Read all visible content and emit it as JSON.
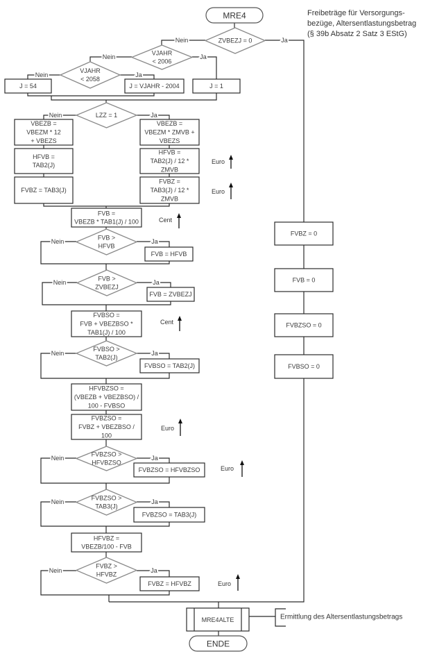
{
  "document": {
    "start_label": "MRE4",
    "end_label": "ENDE",
    "description": [
      "Freibeträge für Versorgungs-",
      "bezüge, Altersentlastungsbetrag",
      "(§ 39b Absatz 2 Satz 3 EStG)"
    ]
  },
  "branch_labels": {
    "yes": "Ja",
    "no": "Nein"
  },
  "nodes": {
    "zvbezj_zero": {
      "type": "decision",
      "lines": [
        "ZVBEZJ = 0"
      ]
    },
    "vjahr_2006": {
      "type": "decision",
      "lines": [
        "VJAHR",
        "< 2006"
      ]
    },
    "vjahr_2058": {
      "type": "decision",
      "lines": [
        "VJAHR",
        "< 2058"
      ]
    },
    "j_54": {
      "type": "process",
      "lines": [
        "J = 54"
      ]
    },
    "j_vjahr_2004": {
      "type": "process",
      "lines": [
        "J = VJAHR - 2004"
      ]
    },
    "j_1": {
      "type": "process",
      "lines": [
        "J = 1"
      ]
    },
    "lzz_one": {
      "type": "decision",
      "lines": [
        "LZZ = 1"
      ]
    },
    "vbezb_yearly": {
      "type": "process",
      "lines": [
        "VBEZB =",
        "VBEZM * 12",
        "+ VBEZS"
      ]
    },
    "vbezb_monthly": {
      "type": "process",
      "lines": [
        "VBEZB =",
        "VBEZM * ZMVB +",
        "VBEZS"
      ]
    },
    "hfvb_yearly": {
      "type": "process",
      "lines": [
        "HFVB =",
        "TAB2(J)"
      ]
    },
    "hfvb_monthly": {
      "type": "process",
      "lines": [
        "HFVB =",
        "TAB2(J) / 12 *",
        "ZMVB"
      ]
    },
    "fvbz_yearly": {
      "type": "process",
      "lines": [
        "FVBZ = TAB3(J)"
      ]
    },
    "fvbz_monthly": {
      "type": "process",
      "lines": [
        "FVBZ =",
        "TAB3(J) / 12 *",
        "ZMVB"
      ]
    },
    "fvb": {
      "type": "process",
      "lines": [
        "FVB =",
        "VBEZB * TAB1(J) / 100"
      ]
    },
    "fvb_gt_hfvb": {
      "type": "decision",
      "lines": [
        "FVB >",
        "HFVB"
      ]
    },
    "fvb_set_hfvb": {
      "type": "process",
      "lines": [
        "FVB = HFVB"
      ]
    },
    "fvb_gt_zvbezj": {
      "type": "decision",
      "lines": [
        "FVB >",
        "ZVBEZJ"
      ]
    },
    "fvb_set_zvbezj": {
      "type": "process",
      "lines": [
        "FVB = ZVBEZJ"
      ]
    },
    "fvbso": {
      "type": "process",
      "lines": [
        "FVBSO =",
        "FVB + VBEZBSO *",
        "TAB1(J) / 100"
      ]
    },
    "fvbso_gt_tab2": {
      "type": "decision",
      "lines": [
        "FVBSO >",
        "TAB2(J)"
      ]
    },
    "fvbso_set_tab2": {
      "type": "process",
      "lines": [
        "FVBSO = TAB2(J)"
      ]
    },
    "hfvbzso": {
      "type": "process",
      "lines": [
        "HFVBZSO =",
        "(VBEZB + VBEZBSO) /",
        "100 - FVBSO"
      ]
    },
    "fvbzso": {
      "type": "process",
      "lines": [
        "FVBZSO =",
        "FVBZ + VBEZBSO /",
        "100"
      ]
    },
    "fvbzso_gt_hfvbzso": {
      "type": "decision",
      "lines": [
        "FVBZSO >",
        "HFVBZSO"
      ]
    },
    "fvbzso_set_hfvbzso": {
      "type": "process",
      "lines": [
        "FVBZSO = HFVBZSO"
      ]
    },
    "fvbzso_gt_tab3": {
      "type": "decision",
      "lines": [
        "FVBZSO >",
        "TAB3(J)"
      ]
    },
    "fvbzso_set_tab3": {
      "type": "process",
      "lines": [
        "FVBZSO = TAB3(J)"
      ]
    },
    "hfvbz": {
      "type": "process",
      "lines": [
        "HFVBZ =",
        "VBEZB/100 - FVB"
      ]
    },
    "fvbz_gt_hfvbz": {
      "type": "decision",
      "lines": [
        "FVBZ >",
        "HFVBZ"
      ]
    },
    "fvbz_set_hfvbz": {
      "type": "process",
      "lines": [
        "FVBZ = HFVBZ"
      ]
    },
    "fvbz_zero": {
      "type": "process",
      "lines": [
        "FVBZ = 0"
      ]
    },
    "fvb_zero": {
      "type": "process",
      "lines": [
        "FVB = 0"
      ]
    },
    "fvbzso_zero": {
      "type": "process",
      "lines": [
        "FVBZSO = 0"
      ]
    },
    "fvbso_zero": {
      "type": "process",
      "lines": [
        "FVBSO = 0"
      ]
    }
  },
  "subroutine": {
    "label": "MRE4ALTE",
    "note": "Ermittlung des Altersentlastungsbetrags"
  },
  "rounding_marks": [
    {
      "target": "hfvb_monthly",
      "unit": "Euro",
      "direction": "up"
    },
    {
      "target": "fvbz_monthly",
      "unit": "Euro",
      "direction": "up"
    },
    {
      "target": "fvb",
      "unit": "Cent",
      "direction": "up"
    },
    {
      "target": "fvbso",
      "unit": "Cent",
      "direction": "up"
    },
    {
      "target": "fvbzso",
      "unit": "Euro",
      "direction": "up"
    },
    {
      "target": "fvbzso_set_hfvbzso",
      "unit": "Euro",
      "direction": "up"
    },
    {
      "target": "fvbz_set_hfvbz",
      "unit": "Euro",
      "direction": "up"
    }
  ]
}
